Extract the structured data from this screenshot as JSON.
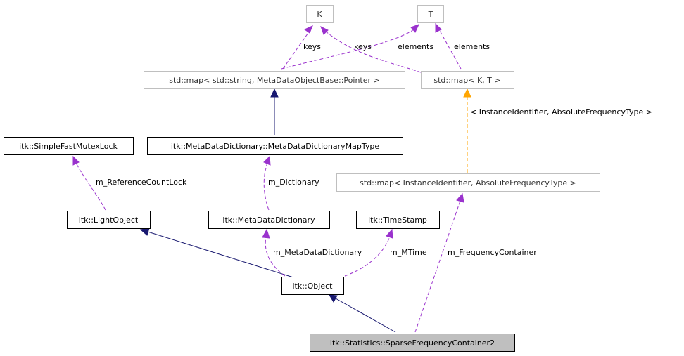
{
  "diagram": {
    "nodes": {
      "k": "K",
      "t": "T",
      "map_string": "std::map< std::string, MetaDataObjectBase::Pointer >",
      "map_kt": "std::map< K, T >",
      "mutex_lock": "itk::SimpleFastMutexLock",
      "dict_map_type": "itk::MetaDataDictionary::MetaDataDictionaryMapType",
      "map_instance": "std::map< InstanceIdentifier, AbsoluteFrequencyType >",
      "light_object": "itk::LightObject",
      "meta_dict": "itk::MetaDataDictionary",
      "timestamp": "itk::TimeStamp",
      "object": "itk::Object",
      "sparse_container": "itk::Statistics::SparseFrequencyContainer2"
    },
    "edge_labels": {
      "keys_left": "keys",
      "keys_right": "keys",
      "elements_left": "elements",
      "elements_right": "elements",
      "template_args": "< InstanceIdentifier, AbsoluteFrequencyType >",
      "reference_count_lock": "m_ReferenceCountLock",
      "dictionary": "m_Dictionary",
      "meta_data_dictionary": "m_MetaDataDictionary",
      "mtime": "m_MTime",
      "frequency_container": "m_FrequencyContainer"
    }
  }
}
